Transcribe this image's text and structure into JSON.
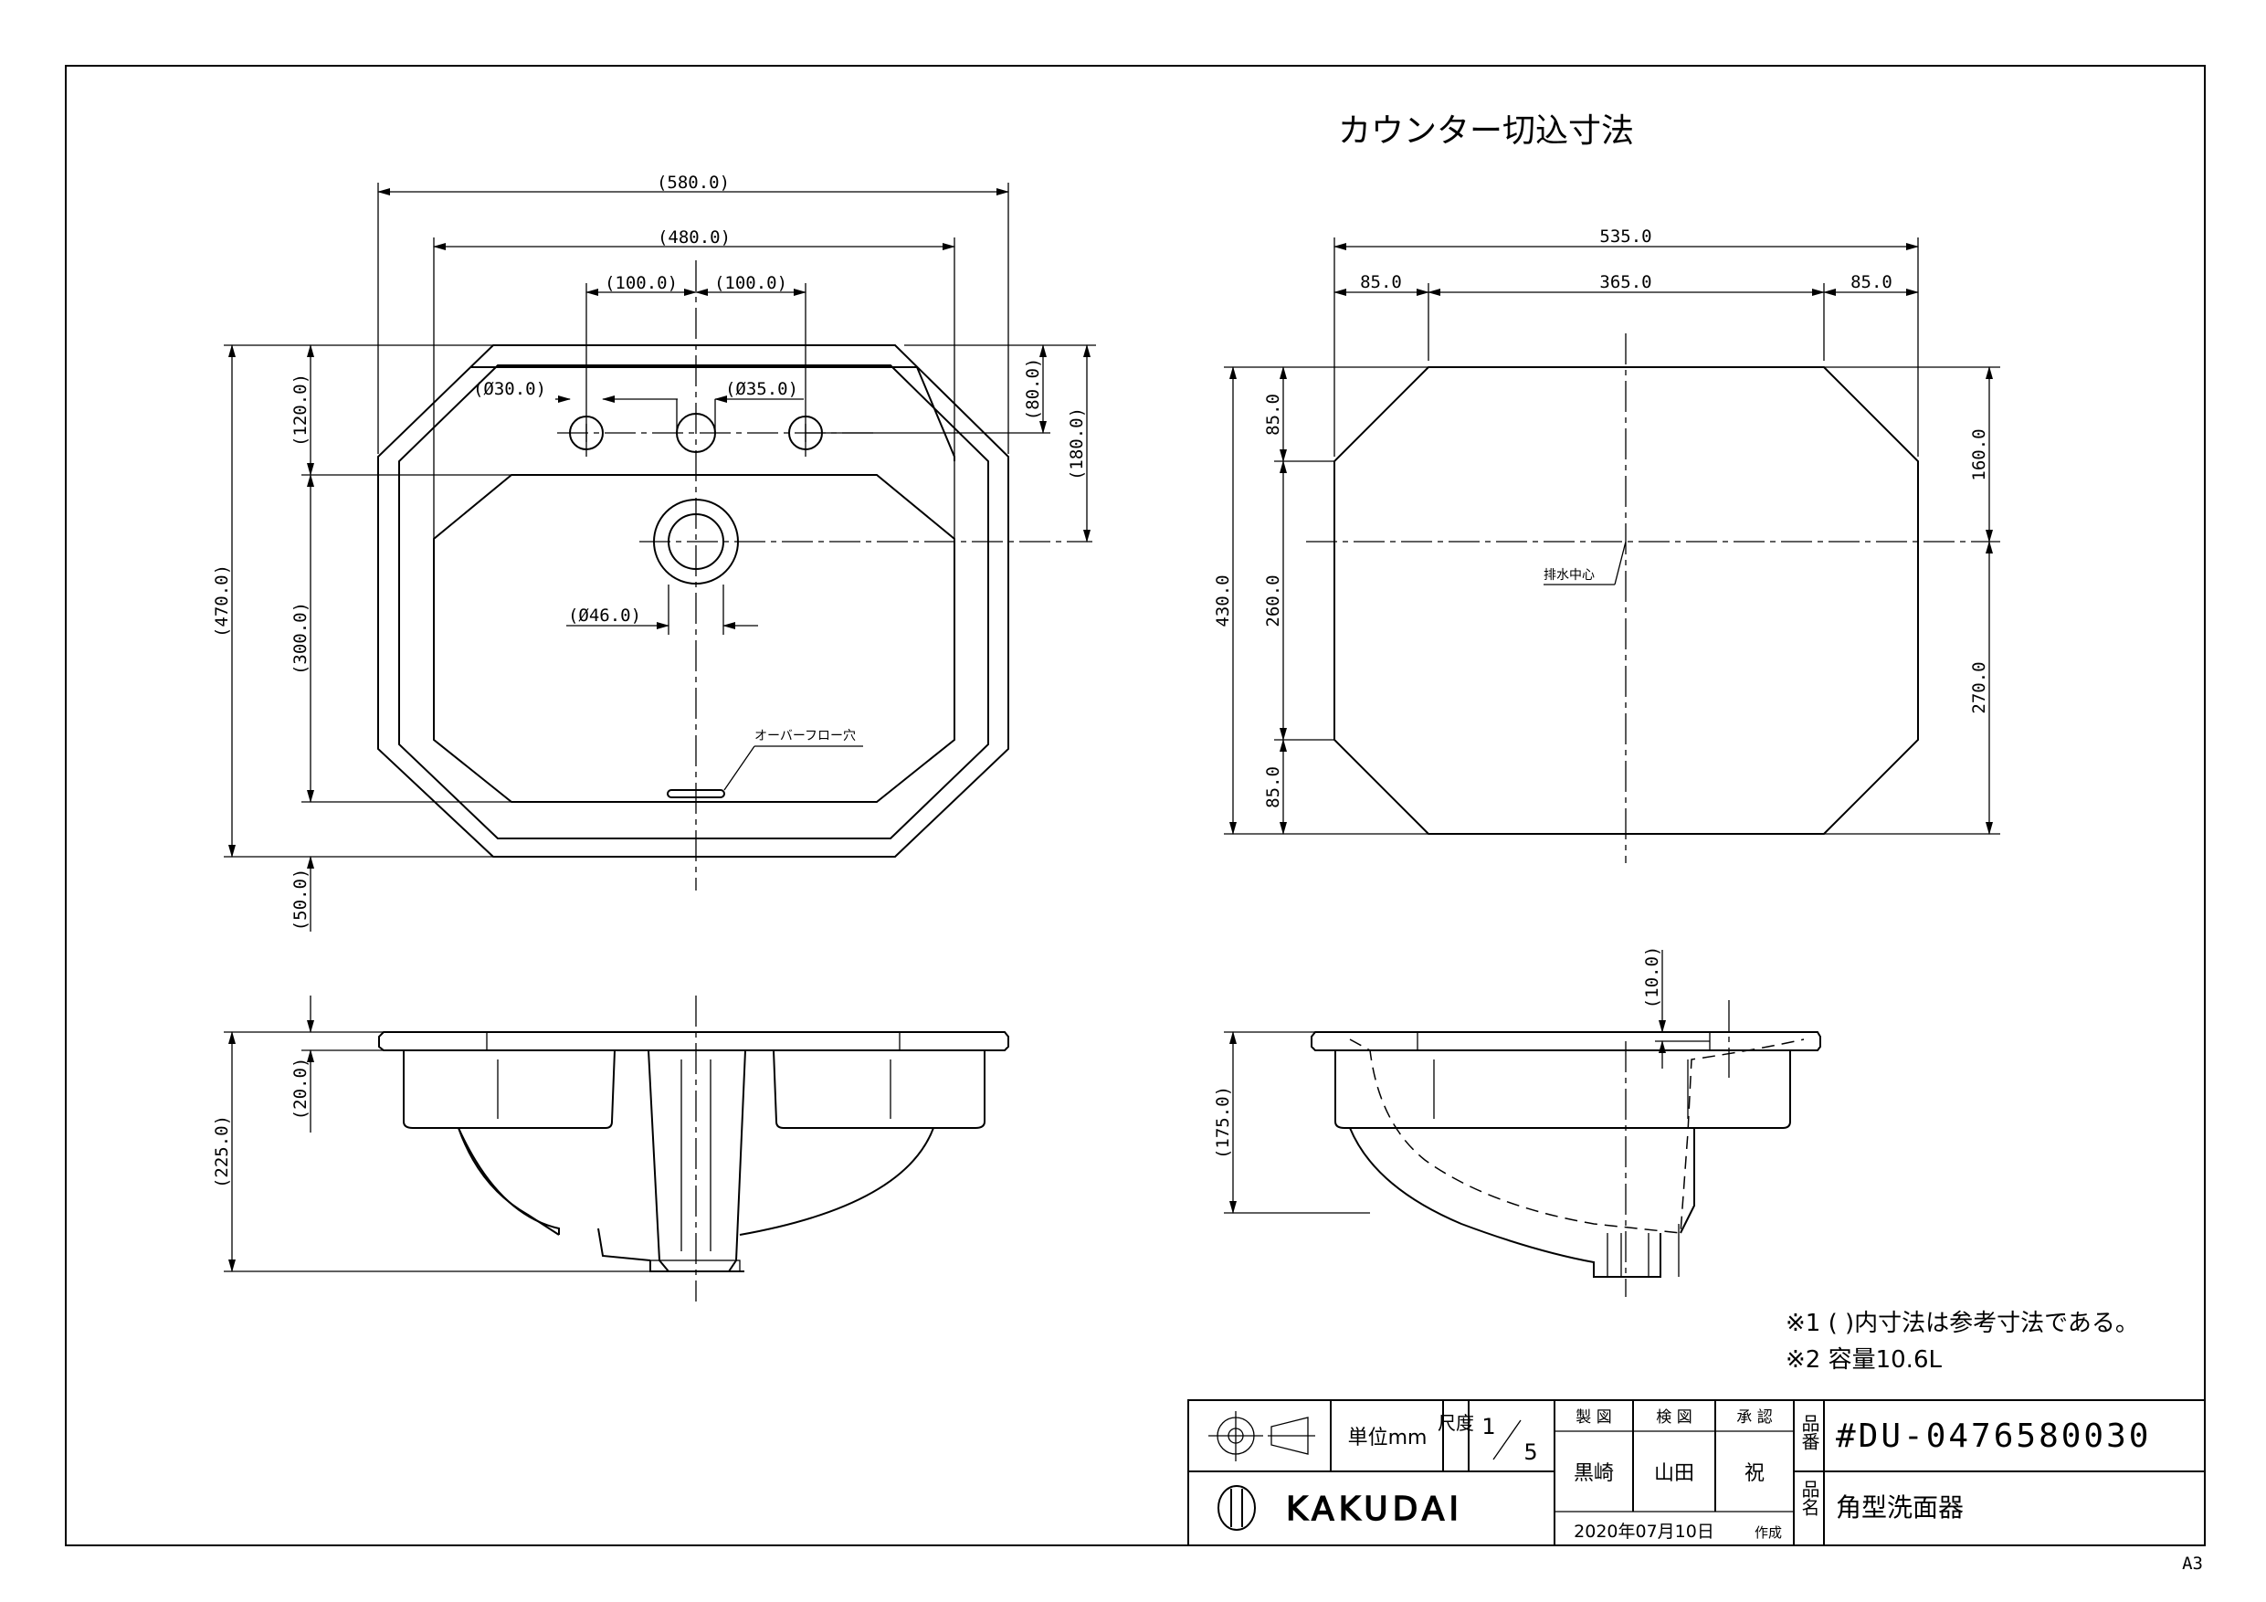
{
  "title": "カウンター切込寸法",
  "plan_dims": {
    "overall_width": "(580.0)",
    "inner_width": "(480.0)",
    "hole_spacing_left": "(100.0)",
    "hole_spacing_right": "(100.0)",
    "side_hole_dia": "(Ø30.0)",
    "center_hole_dia": "(Ø35.0)",
    "drain_dia": "(Ø46.0)",
    "depth_total": "(470.0)",
    "back_to_bowl": "(120.0)",
    "bowl_depth": "(300.0)",
    "front_margin": "(50.0)",
    "back_to_holes": "(80.0)",
    "back_to_drain": "(180.0)",
    "overflow_label": "オーバーフロー穴"
  },
  "cutout_dims": {
    "width": "535.0",
    "corner_left": "85.0",
    "middle": "365.0",
    "corner_right": "85.0",
    "depth": "430.0",
    "corner_top": "85.0",
    "middle_v": "260.0",
    "corner_bottom": "85.0",
    "back_to_center": "160.0",
    "center_to_front": "270.0",
    "drain_center_label": "排水中心"
  },
  "section_dims": {
    "front_height": "(225.0)",
    "rim": "(20.0)",
    "side_height": "(175.0)",
    "side_rim": "(10.0)"
  },
  "notes": {
    "note1": "※1 ( )内寸法は参考寸法である。",
    "note2": "※2 容量10.6L"
  },
  "title_block": {
    "unit_label": "単位mm",
    "scale_label": "尺度",
    "scale_num": "1",
    "scale_den": "5",
    "made_header": "製 図",
    "checked_header": "検 図",
    "approved_header": "承 認",
    "made_by": "黒崎",
    "checked_by": "山田",
    "approved_by": "祝",
    "part_no_label": "品番",
    "part_no": "#DU-0476580030",
    "part_name_label": "品名",
    "part_name": "角型洗面器",
    "company": "KAKUDAI",
    "date": "2020年07月10日",
    "date_suffix": "作成"
  },
  "paper_size": "A3"
}
